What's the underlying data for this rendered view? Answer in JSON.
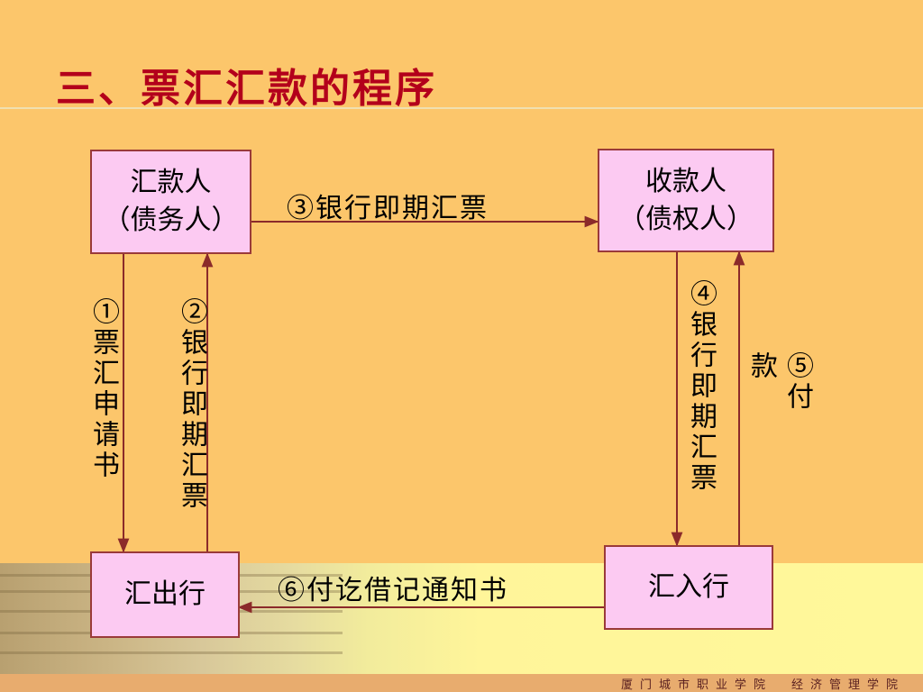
{
  "title": "三、票汇汇款的程序",
  "footer": "厦门城市职业学院　经济管理学院",
  "nodes": {
    "remitter": "汇款人\n（债务人）",
    "payee": "收款人\n（债权人）",
    "remitting_bank": "汇出行",
    "paying_bank": "汇入行"
  },
  "edges": {
    "e1": "①票汇申请书",
    "e2": "②银行即期汇票",
    "e3": "③银行即期汇票",
    "e4": "④银行即期汇票",
    "e5": "⑤付款",
    "e6": "⑥付讫借记通知书"
  },
  "colors": {
    "title": "#b3001b",
    "background": "#fcc66b",
    "box_fill": "#fccaf2",
    "line": "#8b2a2a"
  }
}
